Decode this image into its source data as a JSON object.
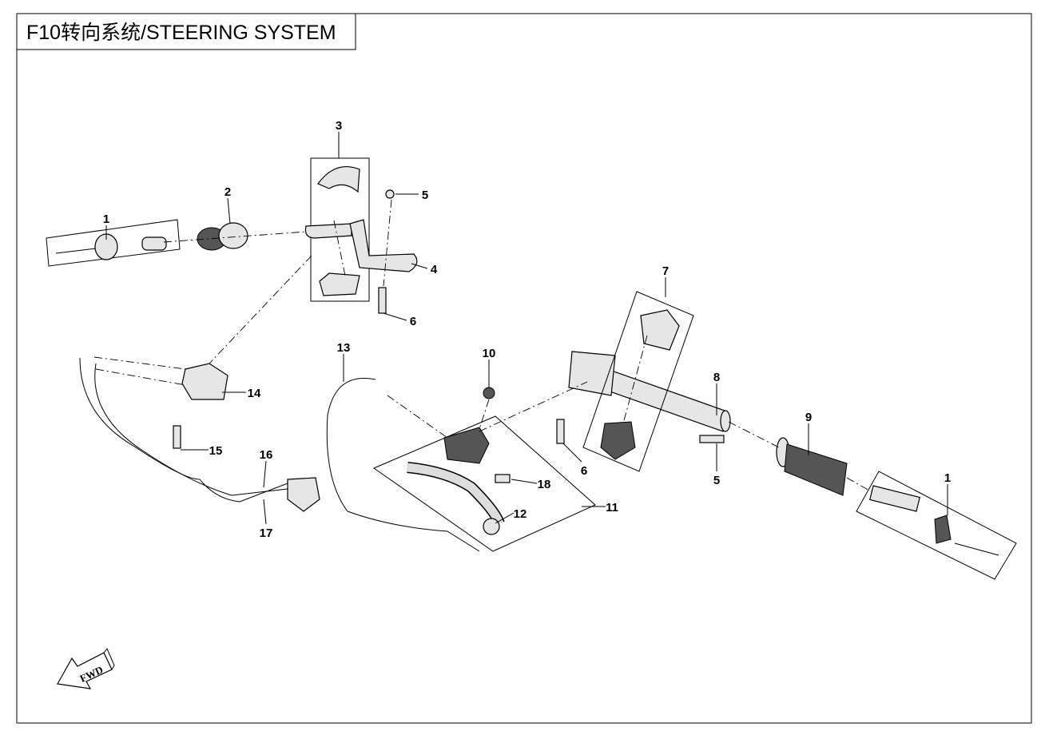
{
  "title": "F10转向系统/STEERING SYSTEM",
  "fwd_label": "FWD",
  "callouts": [
    "1",
    "2",
    "3",
    "4",
    "5",
    "6",
    "7",
    "8",
    "9",
    "1",
    "5",
    "6",
    "10",
    "11",
    "12",
    "13",
    "14",
    "15",
    "16",
    "17",
    "18"
  ]
}
